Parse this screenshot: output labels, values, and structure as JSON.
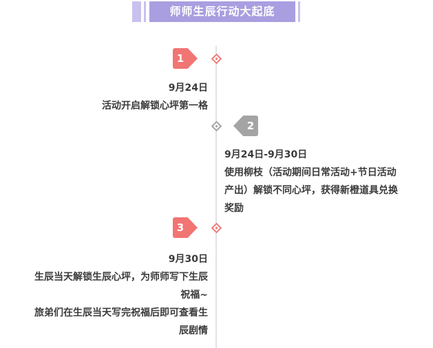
{
  "title": "师师生辰行动大起底",
  "events": [
    {
      "number": "1",
      "date": "9月24日",
      "lines": [
        "活动开启解锁心坪第一格"
      ]
    },
    {
      "number": "2",
      "date": "9月24日-9月30日",
      "lines": [
        "使用柳枝（活动期间日常活动+节日活动",
        "产出）解锁不同心坪，获得新橙道具兑换",
        "奖励"
      ]
    },
    {
      "number": "3",
      "date": "9月30日",
      "lines": [
        "生辰当天解锁生辰心坪，为师师写下生辰",
        "祝福~",
        "旅弟们在生辰当天写完祝福后即可查看生",
        "辰剧情"
      ]
    }
  ],
  "colors": {
    "accent_red": "#f07573",
    "accent_gray": "#a4a4a4",
    "title_bg": "#a99ee0",
    "title_side": "#c8c1ee"
  }
}
